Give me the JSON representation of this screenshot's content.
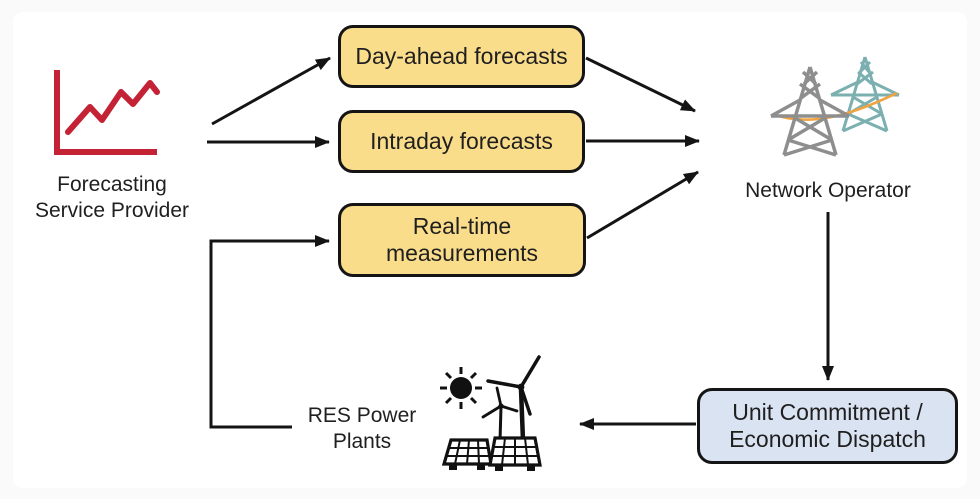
{
  "diagram": {
    "provider": {
      "line1": "Forecasting",
      "line2": "Service Provider"
    },
    "boxes": {
      "day_ahead": {
        "label": "Day-ahead forecasts"
      },
      "intraday": {
        "label": "Intraday forecasts"
      },
      "realtime": {
        "line1": "Real-time",
        "line2": "measurements"
      },
      "dispatch": {
        "line1": "Unit Commitment /",
        "line2": "Economic Dispatch"
      }
    },
    "network_operator": {
      "label": "Network Operator"
    },
    "res": {
      "line1": "RES Power",
      "line2": "Plants"
    },
    "icons": {
      "provider": "trend-line-chart-icon",
      "network_operator": "transmission-towers-icon",
      "res": "sun-wind-turbines-solar-panels-icon"
    },
    "colors": {
      "chart_red": "#C32334",
      "box_yellow": "#FADD8B",
      "box_blue": "#DAE3F2",
      "border_black": "#141414",
      "tower_gray": "#8E8E8E",
      "tower_teal": "#7BAFB0",
      "wire_orange": "#F1A33F",
      "text_color": "#1F1F1F",
      "frame_bg": "#FAFAFA",
      "canvas_bg": "#FFFFFF"
    }
  }
}
